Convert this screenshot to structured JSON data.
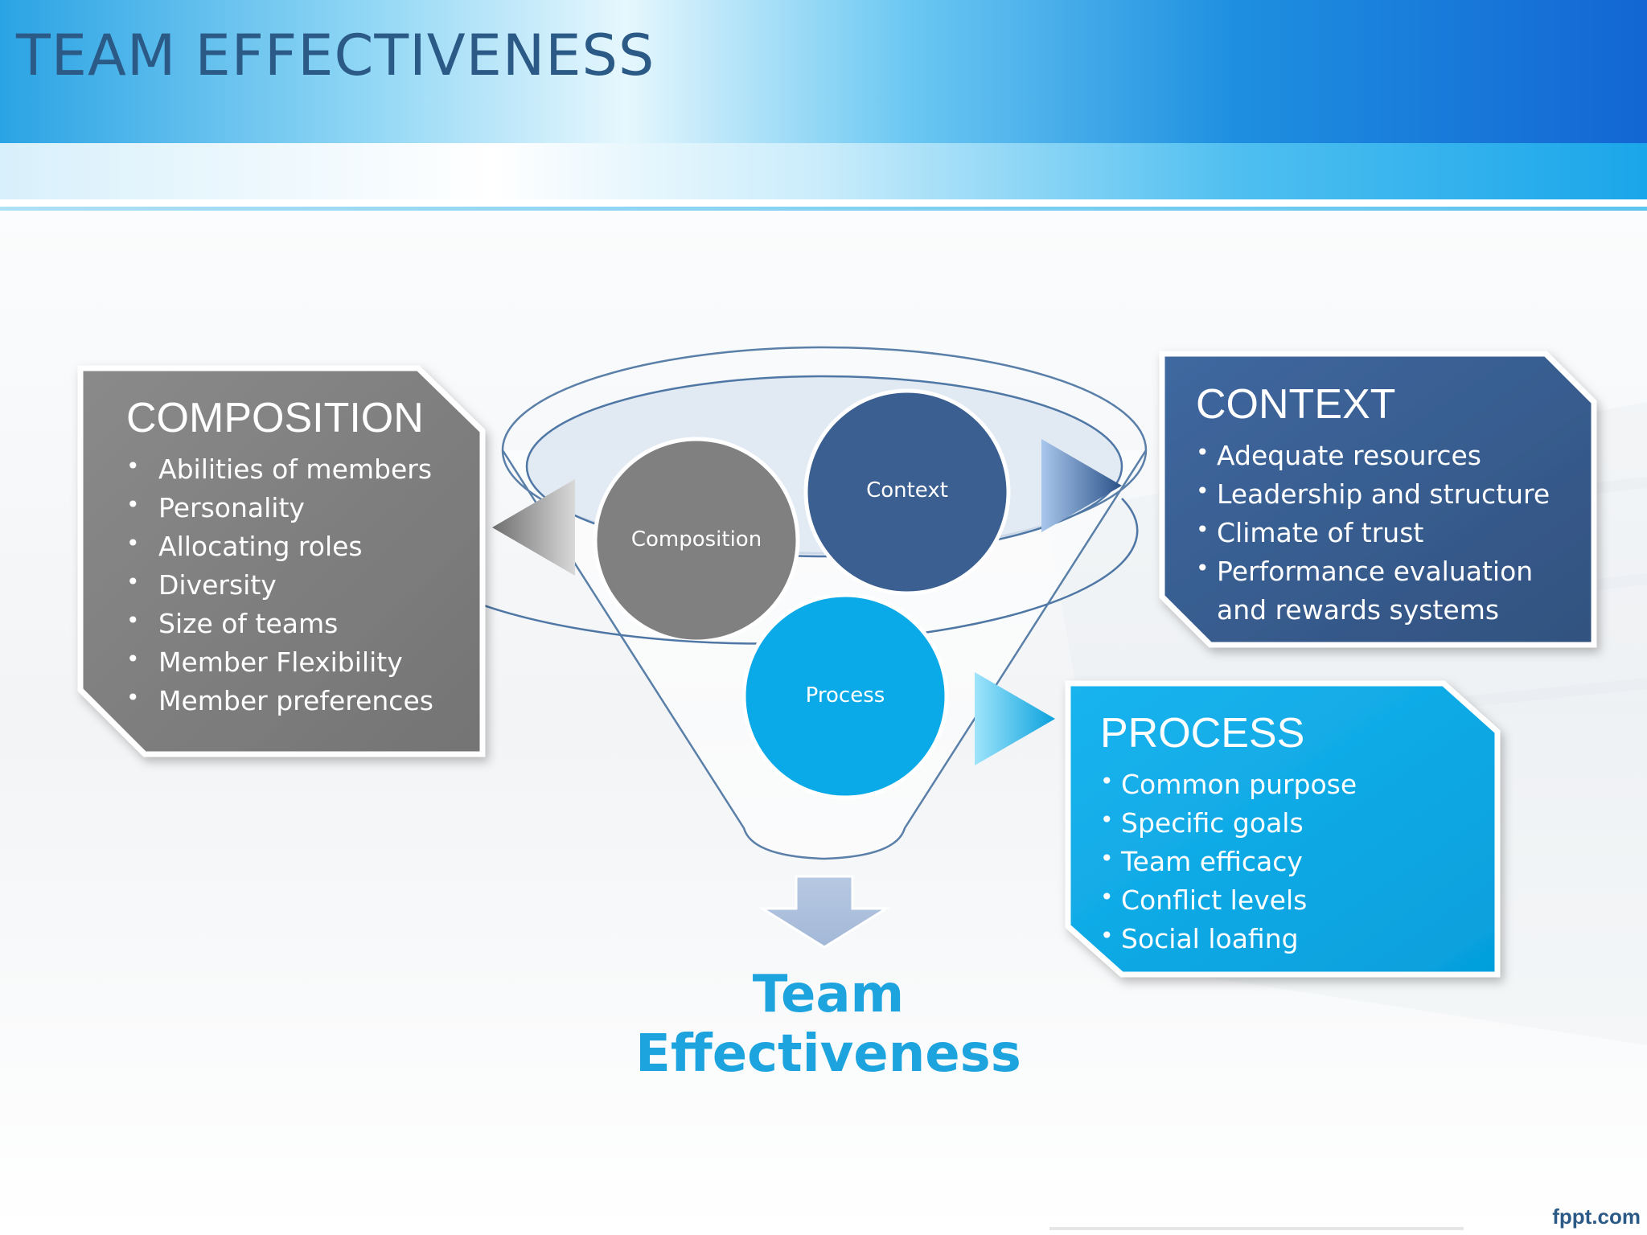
{
  "slide": {
    "title": "TEAM EFFECTIVENESS"
  },
  "circles": {
    "composition": "Composition",
    "context": "Context",
    "process": "Process"
  },
  "composition_box": {
    "heading": "COMPOSITION",
    "items": [
      "Abilities of members",
      "Personality",
      "Allocating roles",
      "Diversity",
      "Size of teams",
      "Member Flexibility",
      "Member preferences"
    ]
  },
  "context_box": {
    "heading": "CONTEXT",
    "items": [
      "Adequate resources",
      "Leadership and structure",
      "Climate of trust",
      "Performance evaluation and rewards systems"
    ]
  },
  "process_box": {
    "heading": "PROCESS",
    "items": [
      "Common purpose",
      "Specific goals",
      "Team efficacy",
      "Conflict levels",
      "Social loafing"
    ]
  },
  "outcome": {
    "label": "Team Effectiveness"
  },
  "footer": {
    "brand": "fppt.com"
  },
  "colors": {
    "composition": "#7f7f7f",
    "context": "#385d8a",
    "process": "#0fa8e4",
    "title": "#2c5a87",
    "outcome": "#1da4de"
  }
}
